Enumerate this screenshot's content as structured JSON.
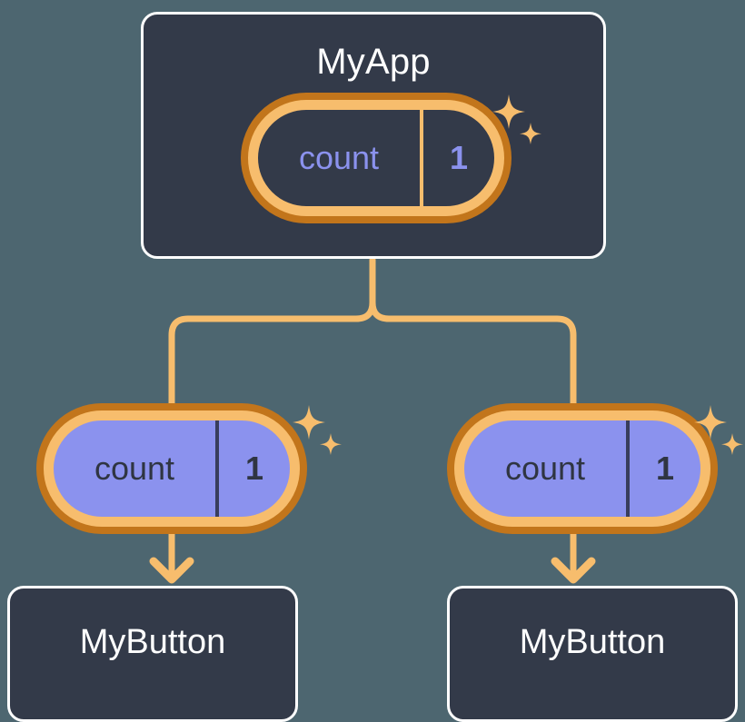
{
  "page": {
    "background_color": "#4d6670",
    "title": "React component state propagation diagram"
  },
  "palette": {
    "card_fill": "#333a49",
    "card_border": "#ffffff",
    "pill_ring_inner": "#f7bd6d",
    "pill_ring_outer": "#c2751b",
    "pill_child_fill": "#8b92ee",
    "accent_purple": "#8b92ee",
    "connector": "#f7bd6d",
    "text_light": "#ffffff",
    "text_dark": "#2f3542",
    "divider_dark": "#383d5c"
  },
  "app": {
    "title": "MyApp",
    "state": {
      "key": "count",
      "value": "1"
    }
  },
  "children": [
    {
      "state": {
        "key": "count",
        "value": "1"
      },
      "button_label": "MyButton"
    },
    {
      "state": {
        "key": "count",
        "value": "1"
      },
      "button_label": "MyButton"
    }
  ],
  "sparkles": {
    "icon": "sparkle-icon",
    "count_per_group": 2,
    "color": "#f7bd6d"
  },
  "connectors": {
    "color": "#f7bd6d",
    "stroke_width": 7,
    "arrow_icon": "arrow-down-icon"
  }
}
